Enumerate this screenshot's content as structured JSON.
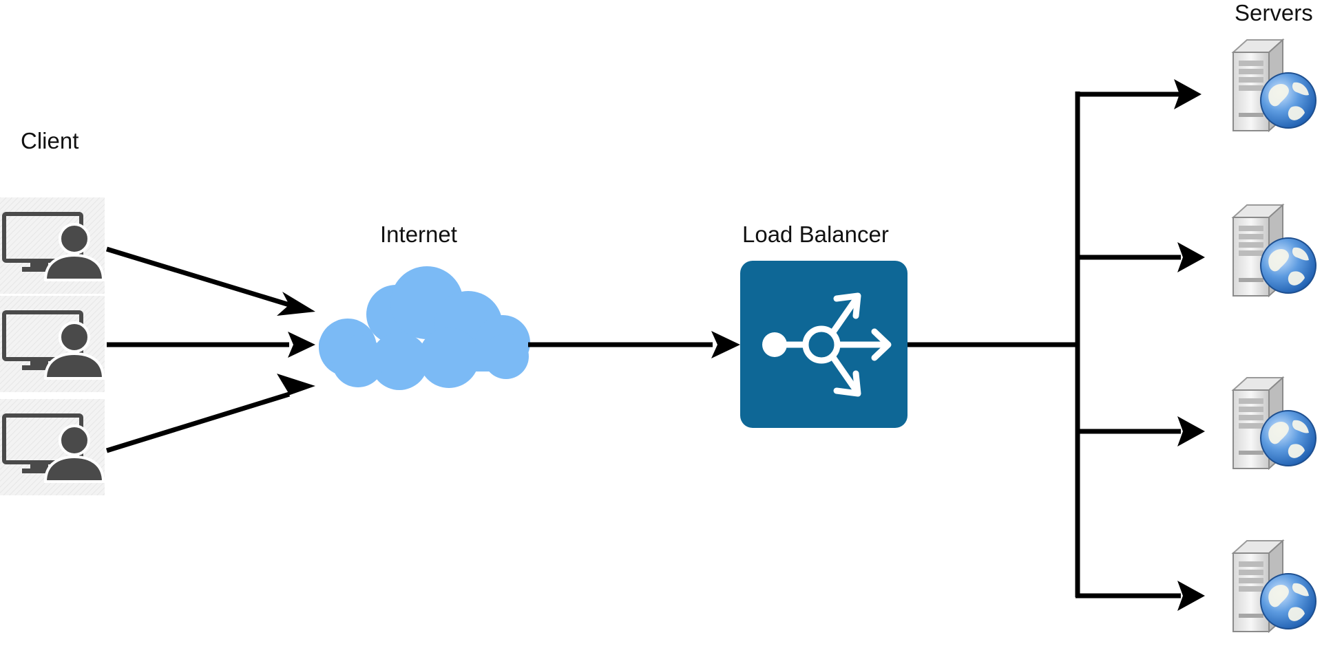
{
  "labels": {
    "client": "Client",
    "internet": "Internet",
    "load_balancer": "Load Balancer",
    "servers": "Servers"
  },
  "colors": {
    "cloud": "#7bbaf5",
    "load_balancer_box": "#0e6796",
    "arrow": "#000000",
    "client_icon": "#4a4a4a",
    "globe": "#3b7fd0"
  },
  "icons": {
    "client": "client-workstation-icon",
    "internet": "cloud-icon",
    "load_balancer": "load-balancer-icon",
    "server": "web-server-icon"
  },
  "client_count": 3,
  "server_count": 4
}
